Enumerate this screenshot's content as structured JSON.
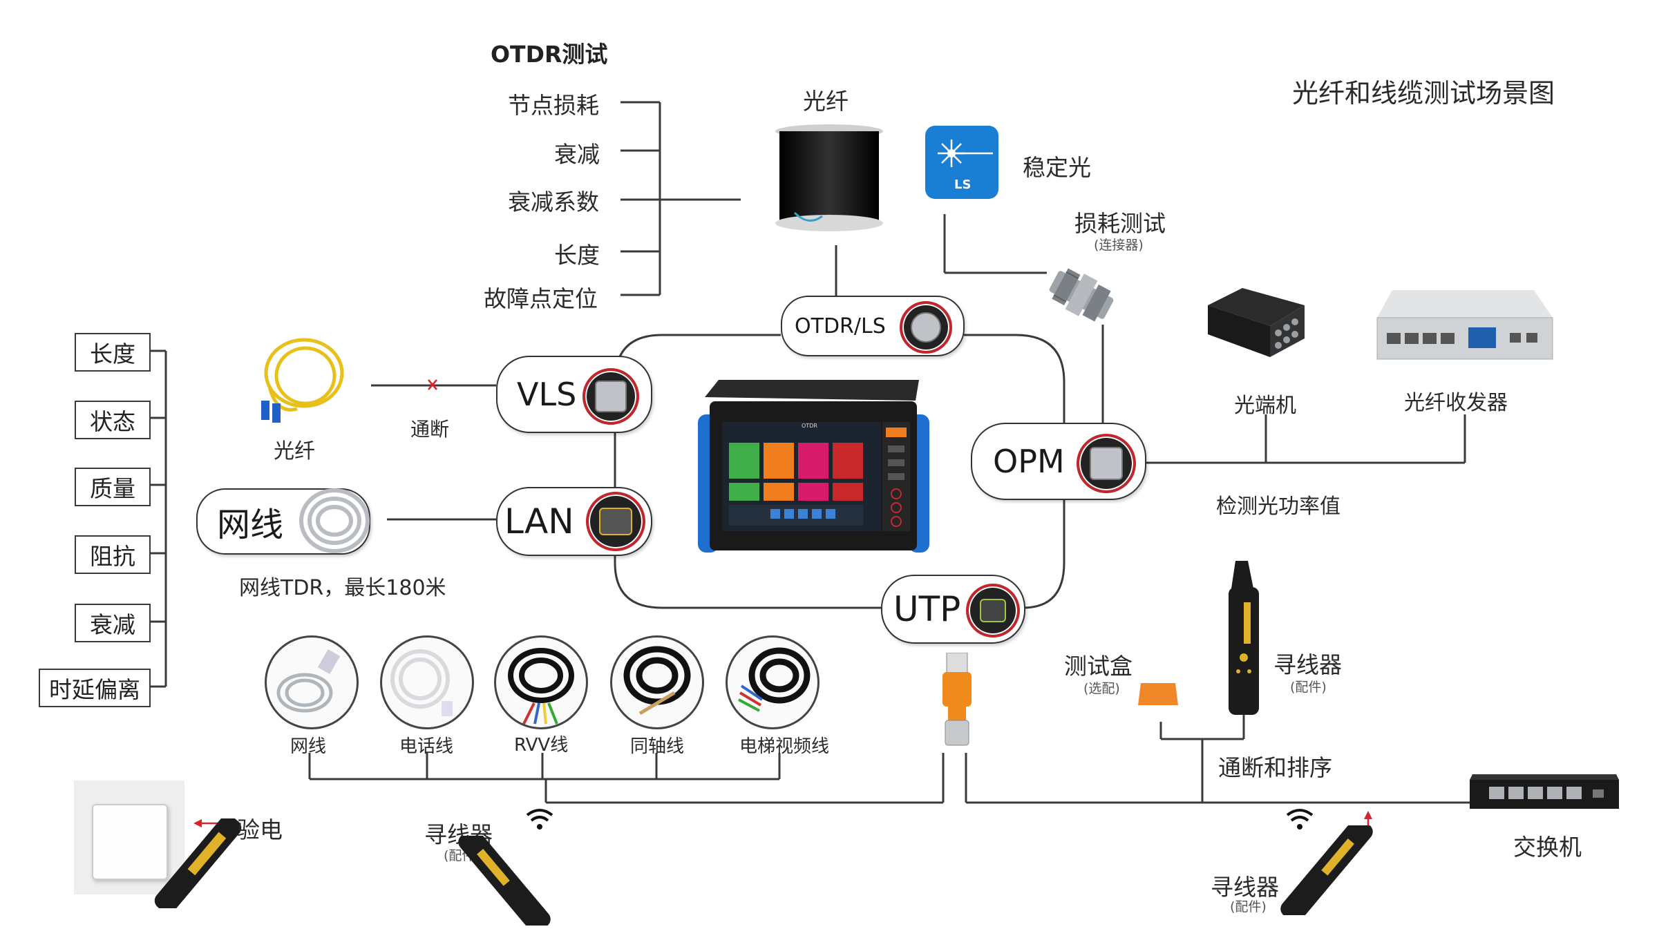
{
  "title": "光纤和线缆测试场景图",
  "otdr": {
    "heading": "OTDR测试",
    "items": [
      "节点损耗",
      "衰减",
      "衰减系数",
      "长度",
      "故障点定位"
    ],
    "fiber_label": "光纤"
  },
  "light_source": {
    "label": "稳定光",
    "badge": "LS"
  },
  "loss_test": {
    "label": "损耗测试",
    "note": "(连接器)"
  },
  "left_params": [
    "长度",
    "状态",
    "质量",
    "阻抗",
    "衰减",
    "时延偏离"
  ],
  "modules": {
    "otdr_ls": "OTDR/LS",
    "vls": "VLS",
    "lan": "LAN",
    "opm": "OPM",
    "utp": "UTP"
  },
  "vls_side": {
    "fiber_label": "光纤",
    "continuity": "通断"
  },
  "lan_side": {
    "cable_label": "网线",
    "note": "网线TDR，最长180米"
  },
  "opm_side": {
    "optical_terminal": "光端机",
    "transceiver": "光纤收发器",
    "measure": "检测光功率值"
  },
  "cables": [
    "网线",
    "电话线",
    "RVV线",
    "同轴线",
    "电梯视频线"
  ],
  "accessories": {
    "test_box": "测试盒",
    "test_box_note": "(选配)",
    "tracer": "寻线器",
    "tracer_note": "(配件)",
    "continuity_order": "通断和排序",
    "switch": "交换机",
    "voltage": "验电"
  },
  "device": {
    "brand": "OTDR"
  }
}
